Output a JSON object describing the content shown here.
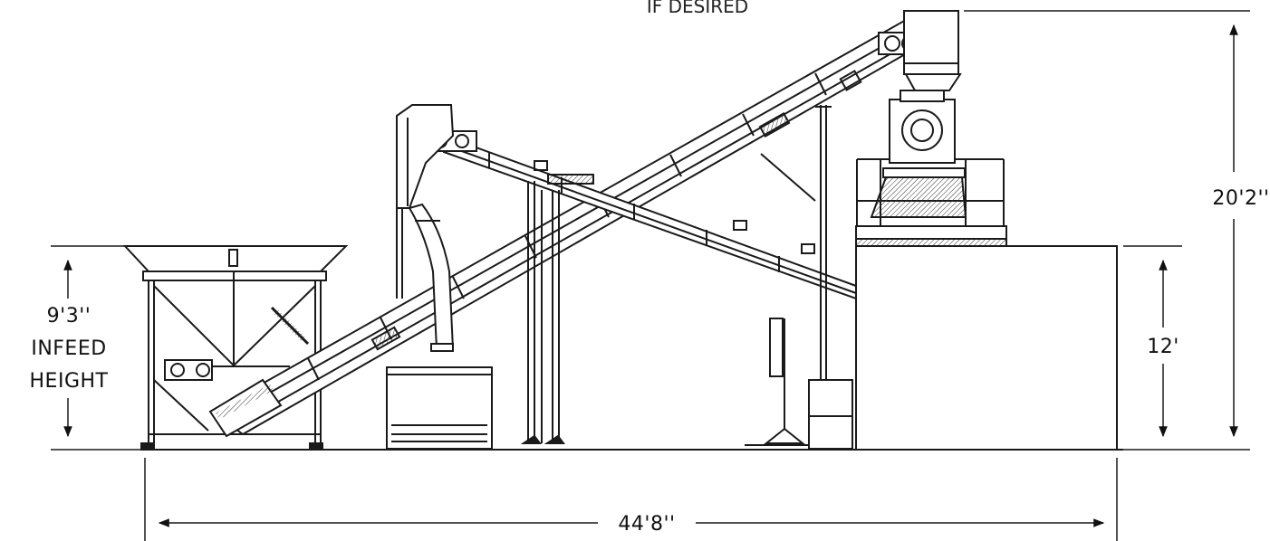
{
  "annotations": {
    "top_note": "IF DESIRED",
    "overall_height": "20'2''",
    "platform_height": "12'",
    "infeed_height_value": "9'3''",
    "infeed_height_label_line1": "INFEED",
    "infeed_height_label_line2": "HEIGHT",
    "overall_length": "44'8''"
  },
  "colors": {
    "line": "#1a1a1a",
    "background": "#ffffff",
    "hatch": "#333333"
  }
}
